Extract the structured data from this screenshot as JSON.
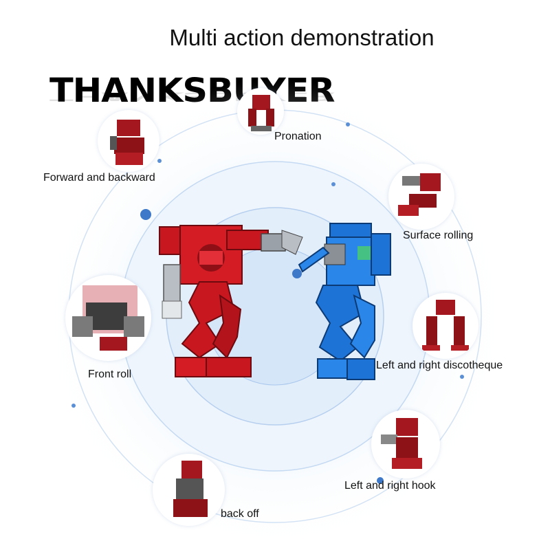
{
  "title": "Multi action demonstration",
  "brand": "THANKSBUYER",
  "actions": [
    {
      "label": "Pronation"
    },
    {
      "label": "Forward and backward"
    },
    {
      "label": "Surface rolling"
    },
    {
      "label": "Front roll"
    },
    {
      "label": "Left and right discotheque"
    },
    {
      "label": "Left and right hook"
    },
    {
      "label": "back off"
    }
  ],
  "colors": {
    "ring": "#cfe0f4",
    "ring_fill": "#eaf3fc",
    "dot": "#3d78c9",
    "red_robot": "#c8171f",
    "blue_robot": "#1e74d6"
  }
}
